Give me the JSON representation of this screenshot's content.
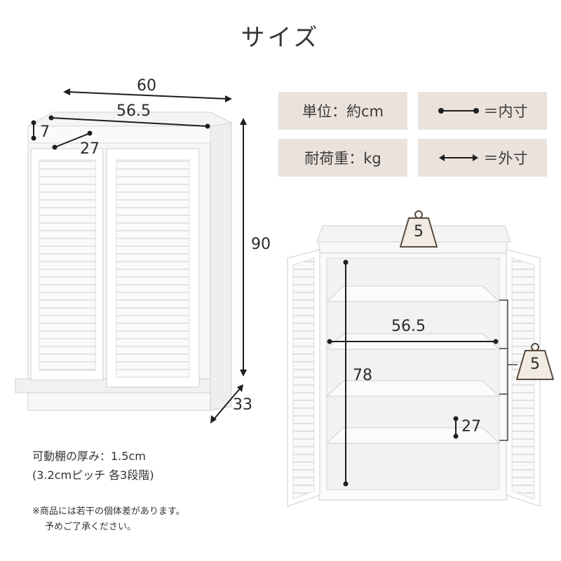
{
  "title": "サイズ",
  "legend": {
    "unit": "単位：約cm",
    "load": "耐荷重：kg",
    "inner_text": "＝内寸",
    "outer_text": "＝外寸"
  },
  "left_cabinet": {
    "outer_width": "60",
    "inner_width": "56.5",
    "rail_height": "7",
    "top_depth": "27",
    "outer_height": "90",
    "outer_depth": "33"
  },
  "right_cabinet": {
    "top_load": "5",
    "shelf_load": "5",
    "inner_width": "56.5",
    "inner_height": "78",
    "shelf_depth": "27"
  },
  "notes": {
    "line1": "可動棚の厚み：1.5cm",
    "line2": "(3.2cmピッチ 各3段階)",
    "disclaimer1": "※商品には若干の個体差があります。",
    "disclaimer2": "予めご了承ください。"
  },
  "colors": {
    "legend_bg": "#ebe2dc",
    "weight_icon_fill": "#f2ebe3",
    "weight_icon_stroke": "#5a4a3c",
    "line": "#1e1e1e"
  }
}
